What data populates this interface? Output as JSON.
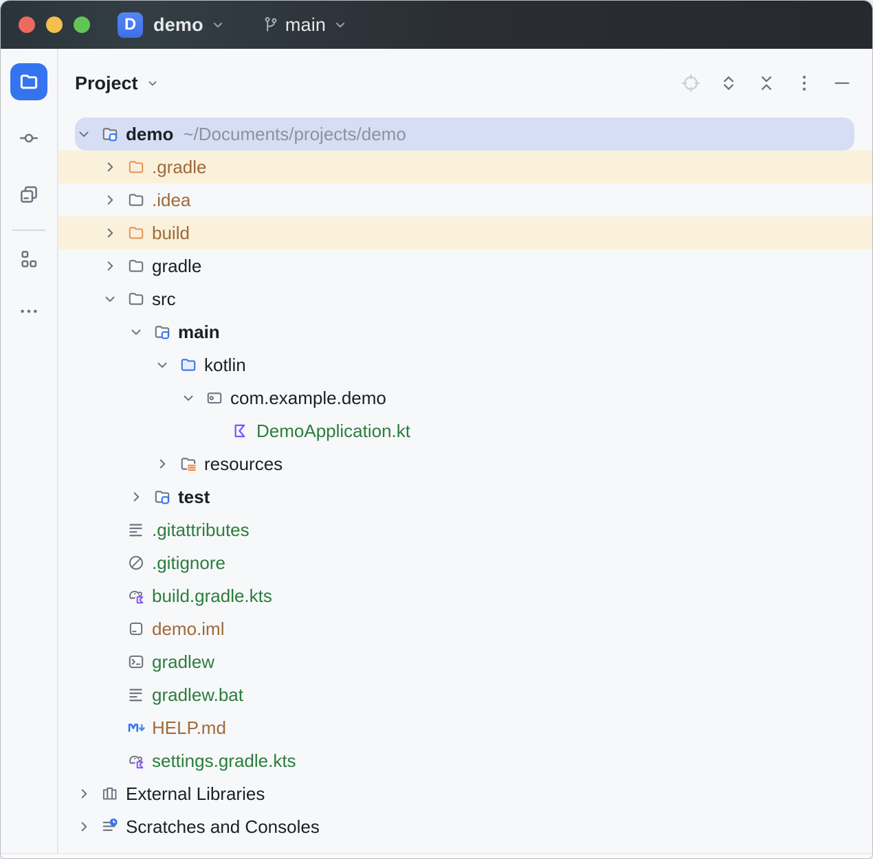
{
  "colors": {
    "accent_blue": "#3574f0",
    "selection_bg": "#d6def5",
    "excluded_row_bg": "#faf1da",
    "vcs_added_green": "#2b7d3d",
    "excluded_brown": "#9e6a38",
    "kotlin_purple": "#7f52ff",
    "folder_orange": "#e39558",
    "icon_gray": "#6e727e",
    "panel_bg": "#f7f8fa",
    "titlebar_text": "#e6e8ea"
  },
  "titlebar": {
    "project_initial": "D",
    "project_name": "demo",
    "branch_name": "main",
    "traffic_lights": [
      "close",
      "minimize",
      "zoom"
    ]
  },
  "activity_bar": {
    "items": [
      {
        "name": "project",
        "icon": "project-folder",
        "active": true
      },
      {
        "name": "commit",
        "icon": "commit",
        "active": false
      },
      {
        "name": "windows",
        "icon": "windows",
        "active": false
      },
      {
        "name": "structure",
        "icon": "structure",
        "active": false
      },
      {
        "name": "more",
        "icon": "more-horizontal",
        "active": false
      }
    ]
  },
  "panel_header": {
    "title": "Project",
    "actions": [
      {
        "name": "locate-file",
        "icon": "locate",
        "disabled": true
      },
      {
        "name": "expand-all",
        "icon": "expand-all",
        "disabled": false
      },
      {
        "name": "collapse-all",
        "icon": "collapse-all",
        "disabled": false
      },
      {
        "name": "options",
        "icon": "more-vertical",
        "disabled": false
      },
      {
        "name": "hide-panel",
        "icon": "hide",
        "disabled": false
      }
    ]
  },
  "tree": {
    "rows": [
      {
        "label": "demo",
        "path": "~/Documents/projects/demo",
        "level": 0,
        "chevron": "down",
        "icon": "folder-project",
        "bold": true,
        "color": "default",
        "state": "selected"
      },
      {
        "label": ".gradle",
        "level": 1,
        "chevron": "right",
        "icon": "folder-excluded",
        "bold": false,
        "color": "brown",
        "state": "excluded"
      },
      {
        "label": ".idea",
        "level": 1,
        "chevron": "right",
        "icon": "folder",
        "bold": false,
        "color": "brown",
        "state": "none"
      },
      {
        "label": "build",
        "level": 1,
        "chevron": "right",
        "icon": "folder-excluded",
        "bold": false,
        "color": "brown",
        "state": "excluded"
      },
      {
        "label": "gradle",
        "level": 1,
        "chevron": "right",
        "icon": "folder",
        "bold": false,
        "color": "default",
        "state": "none"
      },
      {
        "label": "src",
        "level": 1,
        "chevron": "down",
        "icon": "folder",
        "bold": false,
        "color": "default",
        "state": "none"
      },
      {
        "label": "main",
        "level": 2,
        "chevron": "down",
        "icon": "folder-project",
        "bold": true,
        "color": "default",
        "state": "none"
      },
      {
        "label": "kotlin",
        "level": 3,
        "chevron": "down",
        "icon": "folder-source",
        "bold": false,
        "color": "default",
        "state": "none"
      },
      {
        "label": "com.example.demo",
        "level": 4,
        "chevron": "down",
        "icon": "package",
        "bold": false,
        "color": "default",
        "state": "none"
      },
      {
        "label": "DemoApplication.kt",
        "level": 5,
        "chevron": null,
        "icon": "kotlin-file",
        "bold": false,
        "color": "green",
        "state": "none"
      },
      {
        "label": "resources",
        "level": 3,
        "chevron": "right",
        "icon": "folder-resources",
        "bold": false,
        "color": "default",
        "state": "none"
      },
      {
        "label": "test",
        "level": 2,
        "chevron": "right",
        "icon": "folder-project",
        "bold": true,
        "color": "default",
        "state": "none"
      },
      {
        "label": ".gitattributes",
        "level": 1,
        "chevron": null,
        "icon": "text-file",
        "bold": false,
        "color": "green",
        "state": "none"
      },
      {
        "label": ".gitignore",
        "level": 1,
        "chevron": null,
        "icon": "ignore-file",
        "bold": false,
        "color": "green",
        "state": "none"
      },
      {
        "label": "build.gradle.kts",
        "level": 1,
        "chevron": null,
        "icon": "gradle-kotlin-file",
        "bold": false,
        "color": "green",
        "state": "none"
      },
      {
        "label": "demo.iml",
        "level": 1,
        "chevron": null,
        "icon": "module-file",
        "bold": false,
        "color": "brown",
        "state": "none"
      },
      {
        "label": "gradlew",
        "level": 1,
        "chevron": null,
        "icon": "terminal-file",
        "bold": false,
        "color": "green",
        "state": "none"
      },
      {
        "label": "gradlew.bat",
        "level": 1,
        "chevron": null,
        "icon": "text-file",
        "bold": false,
        "color": "green",
        "state": "none"
      },
      {
        "label": "HELP.md",
        "level": 1,
        "chevron": null,
        "icon": "markdown-file",
        "bold": false,
        "color": "brown",
        "state": "none"
      },
      {
        "label": "settings.gradle.kts",
        "level": 1,
        "chevron": null,
        "icon": "gradle-kotlin-file",
        "bold": false,
        "color": "green",
        "state": "none"
      },
      {
        "label": "External Libraries",
        "level": 0,
        "chevron": "right",
        "icon": "libraries",
        "bold": false,
        "color": "default",
        "state": "none"
      },
      {
        "label": "Scratches and Consoles",
        "level": 0,
        "chevron": "right",
        "icon": "scratches",
        "bold": false,
        "color": "default",
        "state": "none"
      }
    ]
  }
}
